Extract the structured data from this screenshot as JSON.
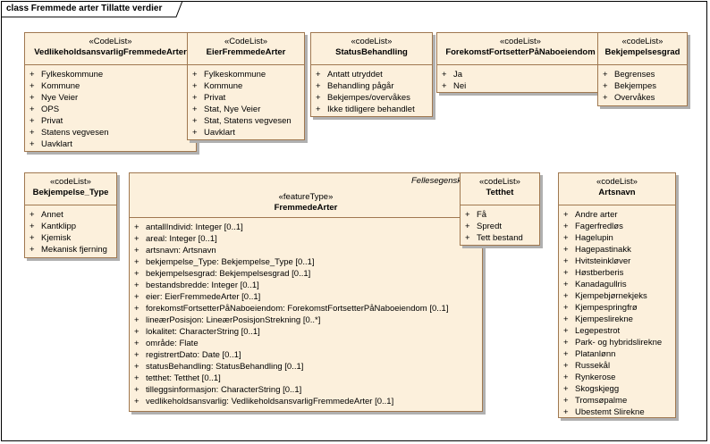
{
  "diagram": {
    "title": "class Fremmede arter Tillatte verdier"
  },
  "classes": {
    "vedlikehold": {
      "stereotype": "«CodeList»",
      "name": "VedlikeholdsansvarligFremmedeArter",
      "attributes": [
        "Fylkeskommune",
        "Kommune",
        "Nye Veier",
        "OPS",
        "Privat",
        "Statens vegvesen",
        "Uavklart"
      ]
    },
    "eier": {
      "stereotype": "«CodeList»",
      "name": "EierFremmedeArter",
      "attributes": [
        "Fylkeskommune",
        "Kommune",
        "Privat",
        "Stat, Nye Veier",
        "Stat, Statens vegvesen",
        "Uavklart"
      ]
    },
    "status": {
      "stereotype": "«codeList»",
      "name": "StatusBehandling",
      "attributes": [
        "Antatt utryddet",
        "Behandling pågår",
        "Bekjempes/overvåkes",
        "Ikke tidligere behandlet"
      ]
    },
    "forekomst": {
      "stereotype": "«codeList»",
      "name": "ForekomstFortsetterPåNaboeiendom",
      "attributes": [
        "Ja",
        "Nei"
      ]
    },
    "bekjempelsesgrad": {
      "stereotype": "«codeList»",
      "name": "Bekjempelsesgrad",
      "attributes": [
        "Begrenses",
        "Bekjempes",
        "Overvåkes"
      ]
    },
    "bekjempelse_type": {
      "stereotype": "«codeList»",
      "name": "Bekjempelse_Type",
      "attributes": [
        "Annet",
        "Kantklipp",
        "Kjemisk",
        "Mekanisk fjerning"
      ]
    },
    "fremmede": {
      "tag": "Fellesegenskaper",
      "stereotype": "«featureType»",
      "name": "FremmedeArter",
      "attributes": [
        "antallIndivid: Integer [0..1]",
        "areal: Integer [0..1]",
        "artsnavn: Artsnavn",
        "bekjempelse_Type: Bekjempelse_Type [0..1]",
        "bekjempelsesgrad: Bekjempelsesgrad [0..1]",
        "bestandsbredde: Integer [0..1]",
        "eier: EierFremmedeArter [0..1]",
        "forekomstFortsetterPåNaboeiendom: ForekomstFortsetterPåNaboeiendom [0..1]",
        "lineærPosisjon: LineærPosisjonStrekning [0..*]",
        "lokalitet: CharacterString [0..1]",
        "område: Flate",
        "registrertDato: Date [0..1]",
        "statusBehandling: StatusBehandling [0..1]",
        "tetthet: Tetthet [0..1]",
        "tilleggsinformasjon: CharacterString [0..1]",
        "vedlikeholdsansvarlig: VedlikeholdsansvarligFremmedeArter [0..1]"
      ]
    },
    "tetthet": {
      "stereotype": "«codeList»",
      "name": "Tetthet",
      "attributes": [
        "Få",
        "Spredt",
        "Tett bestand"
      ]
    },
    "artsnavn": {
      "stereotype": "«codeList»",
      "name": "Artsnavn",
      "attributes": [
        "Andre arter",
        "Fagerfredløs",
        "Hagelupin",
        "Hagepastinakk",
        "Hvitsteinkløver",
        "Høstberberis",
        "Kanadagullris",
        "Kjempebjørnekjeks",
        "Kjempespringfrø",
        "Kjempeslirekne",
        "Legepestrot",
        "Park- og hybridslirekne",
        "Platanlønn",
        "Russekål",
        "Rynkerose",
        "Skogskjegg",
        "Tromsøpalme",
        "Ubestemt Slirekne"
      ]
    }
  },
  "colors": {
    "box_fill": "#fcf0dc",
    "box_border": "#a07850",
    "shadow": "#b0b0b0"
  }
}
